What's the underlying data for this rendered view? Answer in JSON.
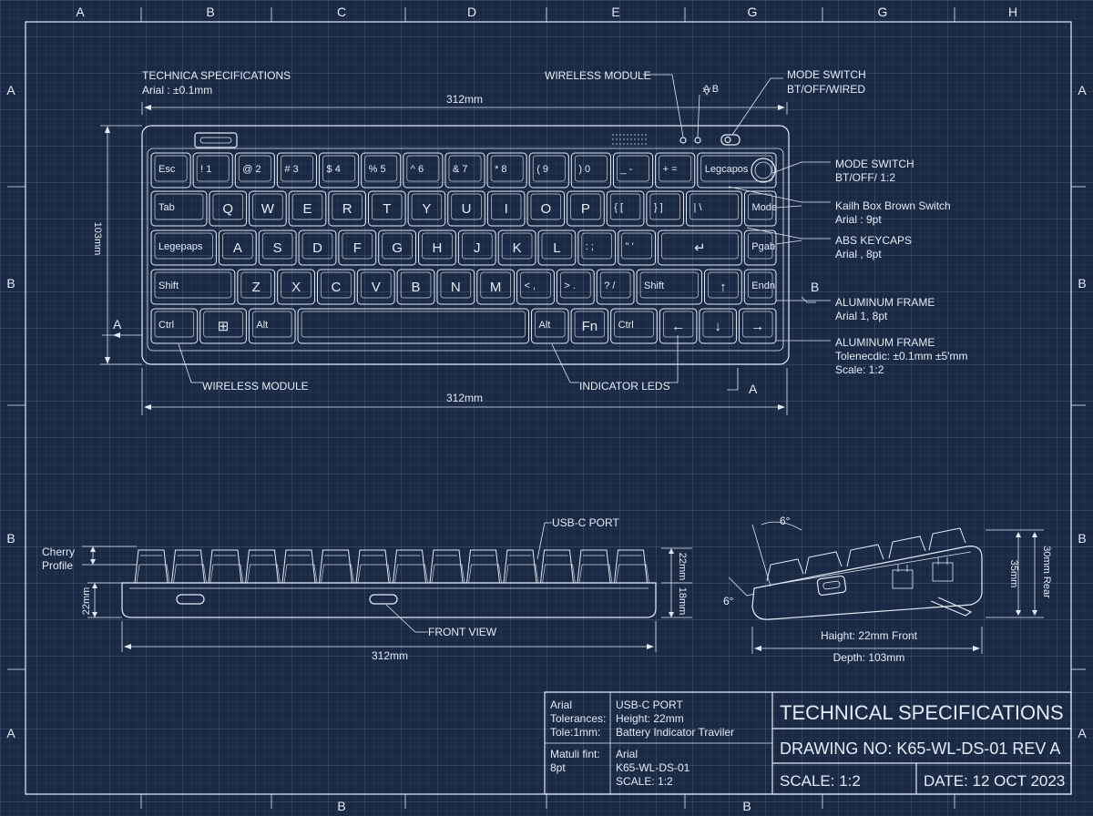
{
  "border": {
    "columns": [
      "A",
      "B",
      "C",
      "D",
      "E",
      "G",
      "G",
      "H"
    ],
    "rows_left": [
      "A",
      "B",
      "B",
      "A"
    ],
    "rows_right": [
      "A",
      "B",
      "B",
      "A"
    ],
    "bottom": [
      "B",
      "B"
    ]
  },
  "top_view": {
    "spec_title": "TECHNICA SPECIFICATIONS",
    "spec_sub": "Arial : ±0.1mm",
    "wireless_top": "WIRELESS MODULE",
    "mode_switch_title": "MODE SWITCH",
    "mode_switch_sub": "BT/OFF/WIRED",
    "ab_mark": "A B",
    "width_top": "312mm",
    "width_bottom": "312mm",
    "height_dim": "103mm",
    "section_a_left": "A",
    "section_b_right": "B",
    "section_a_bottom": "A",
    "wireless_bottom": "WIRELESS MODULE",
    "indicator_leds": "INDICATOR LEDS",
    "callouts": [
      {
        "title": "MODE SWITCH",
        "sub": "BT/OFF/ 1:2"
      },
      {
        "title": "Kailh Box Brown Switch",
        "sub": "Arial : 9pt"
      },
      {
        "title": "ABS KEYCAPS",
        "sub": "Arial , 8pt"
      },
      {
        "title": "ALUMINUM FRAME",
        "sub": "Arial 1, 8pt"
      },
      {
        "title": "ALUMINUM FRAME",
        "sub": "Tolenecdic: ±0.1mm ±5'mm",
        "sub2": "Scale: 1:2"
      }
    ],
    "rows": [
      [
        "Esc",
        "! 1",
        "@ 2",
        "# 3",
        "$ 4",
        "% 5",
        "^ 6",
        "& 7",
        "* 8",
        "( 9",
        ") 0",
        "_ -",
        "+ =",
        "Legcapos"
      ],
      [
        "Tab",
        "Q",
        "W",
        "E",
        "R",
        "T",
        "Y",
        "U",
        "I",
        "O",
        "P",
        "{ [",
        "} ]",
        "| \\",
        "Mode"
      ],
      [
        "Legepaps",
        "A",
        "S",
        "D",
        "F",
        "G",
        "H",
        "J",
        "K",
        "L",
        ": ;",
        "\" '",
        "↵",
        "Pgab"
      ],
      [
        "Shift",
        "Z",
        "X",
        "C",
        "V",
        "B",
        "N",
        "M",
        "< ,",
        "> .",
        "? /",
        "Shift",
        "↑",
        "Endn"
      ],
      [
        "Ctrl",
        "⊞",
        "Alt",
        "",
        "Alt",
        "Fn",
        "Ctrl",
        "←",
        "↓",
        "→"
      ]
    ]
  },
  "front_view": {
    "cherry_profile": "Cherry\nProfile",
    "usb_c": "USB-C PORT",
    "front_label": "FRONT VIEW",
    "height_22": "22mm",
    "height_22_right": "22mm",
    "height_18": "18mm",
    "width": "312mm"
  },
  "side_view": {
    "angle_top": "6°",
    "angle_left": "6°",
    "height_35": "35mm",
    "rear_label": "30mm Rear",
    "height_front": "Haight: 22mm Front",
    "depth": "Depth: 103mm"
  },
  "title_block": {
    "cells": [
      {
        "label": "Arial\nTolerances:\nTole:1mm:",
        "value": "USB-C PORT\nHeight: 22mm\nBattery Indicator Traviler"
      },
      {
        "label": "Matuli fint:\n8pt",
        "value": "Arial\nK65-WL-DS-01\nSCALE: 1:2"
      }
    ],
    "title": "TECHNICAL SPECIFICATIONS",
    "drawing_no": "DRAWING NO: K65-WL-DS-01 REV A",
    "scale": "SCALE: 1:2",
    "date": "DATE: 12 OCT 2023"
  }
}
